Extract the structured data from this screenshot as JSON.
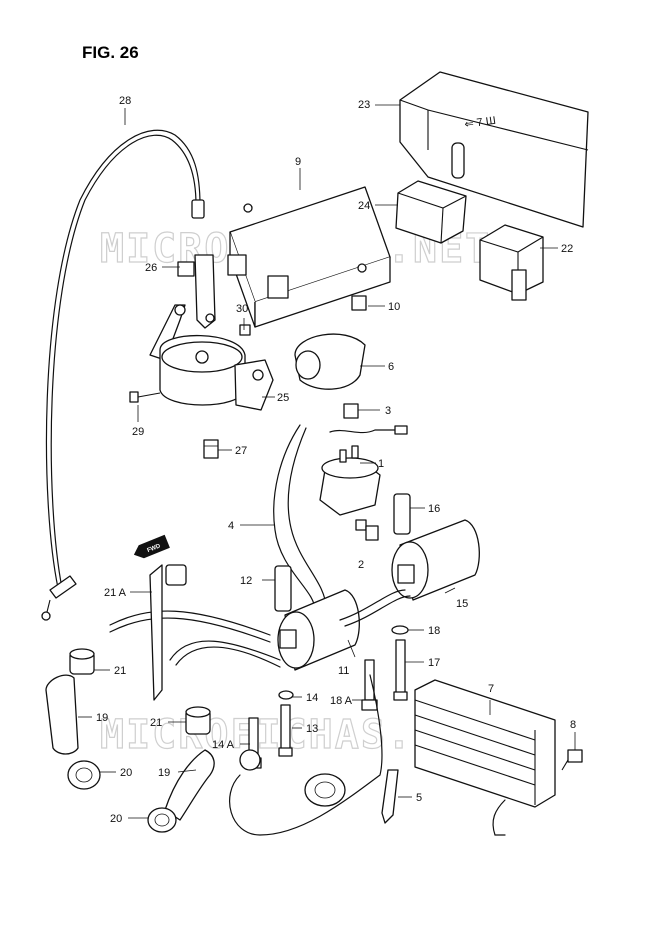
{
  "figure": {
    "title": "FIG. 26"
  },
  "watermark": {
    "text": "MICROFICHAS.NET"
  },
  "forward_marker": {
    "text": "FWD"
  },
  "callouts": {
    "p1": "1",
    "p2": "2",
    "p3": "3",
    "p4": "4",
    "p5": "5",
    "p6": "6",
    "p7": "7",
    "p8": "8",
    "p9": "9",
    "p10": "10",
    "p11": "11",
    "p12": "12",
    "p13": "13",
    "p14": "14",
    "p14a": "14 A",
    "p15": "15",
    "p16": "16",
    "p17": "17",
    "p18": "18",
    "p18a": "18 A",
    "p19a": "19",
    "p19b": "19",
    "p20a": "20",
    "p20b": "20",
    "p21a": "21",
    "p21b": "21",
    "p21c": "21 A",
    "p22": "22",
    "p23": "23",
    "p24": "24",
    "p25": "25",
    "p26": "26",
    "p27": "27",
    "p28": "28",
    "p29": "29",
    "p30": "30"
  }
}
